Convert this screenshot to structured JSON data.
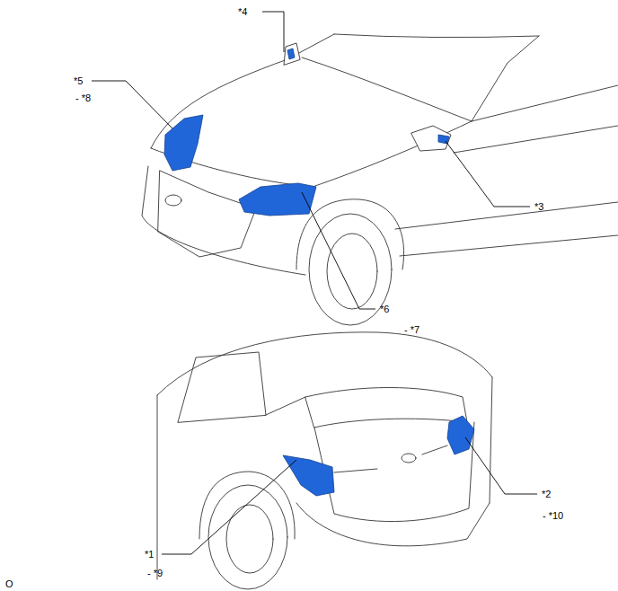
{
  "diagram": {
    "labels": [
      "*4",
      "*5",
      "- *8",
      "*3",
      "*6",
      "- *7",
      "*2",
      "- *10",
      "*1",
      "- *9",
      "O"
    ]
  }
}
